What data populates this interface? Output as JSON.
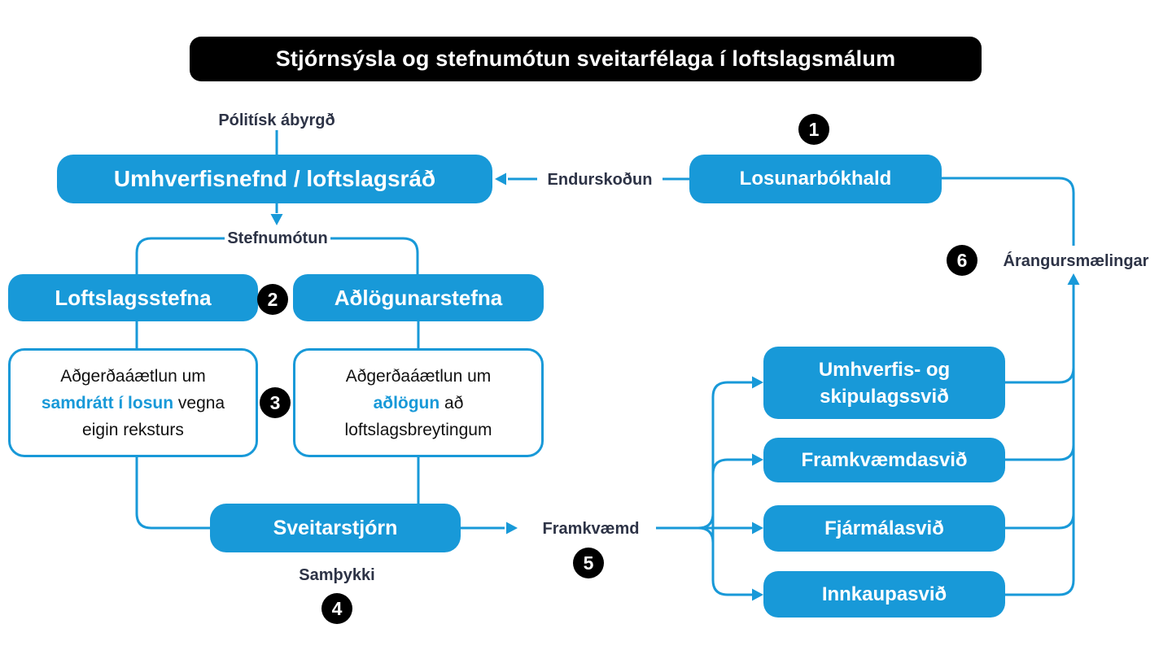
{
  "title": "Stjórnsýsla og stefnumótun sveitarfélaga í loftslagsmálum",
  "colors": {
    "accent_blue": "#1899d8",
    "label_navy": "#2d3346",
    "badge_black": "#000000",
    "title_bar_black": "#000000"
  },
  "labels": {
    "politisk_abyrgd": "Pólitísk ábyrgð",
    "endurskodun": "Endurskoðun",
    "stefnumotun": "Stefnumótun",
    "samthykki": "Samþykki",
    "framkvaemd": "Framkvæmd",
    "arangursmaelingar": "Árangursmælingar"
  },
  "boxes": {
    "umhverfisnefnd": "Umhverfisnefnd / loftslagsráð",
    "losunarbokhald": "Losunarbókhald",
    "loftslagsstefna": "Loftslagsstefna",
    "adlogunarstefna": "Aðlögunarstefna",
    "sveitarstjorn": "Sveitarstjórn",
    "departments": [
      "Umhverfis- og skipulagssvið",
      "Framkvæmdasvið",
      "Fjármálasvið",
      "Innkaupasvið"
    ]
  },
  "action_boxes": {
    "left": {
      "pre": "Aðgerðaáætlun um ",
      "highlight": "samdrátt í losun",
      "post": " vegna eigin reksturs"
    },
    "right": {
      "pre": "Aðgerðaáætlun um ",
      "highlight": "aðlögun",
      "post": " að loftslagsbreytingum"
    }
  },
  "steps": {
    "s1": "1",
    "s2": "2",
    "s3": "3",
    "s4": "4",
    "s5": "5",
    "s6": "6"
  }
}
